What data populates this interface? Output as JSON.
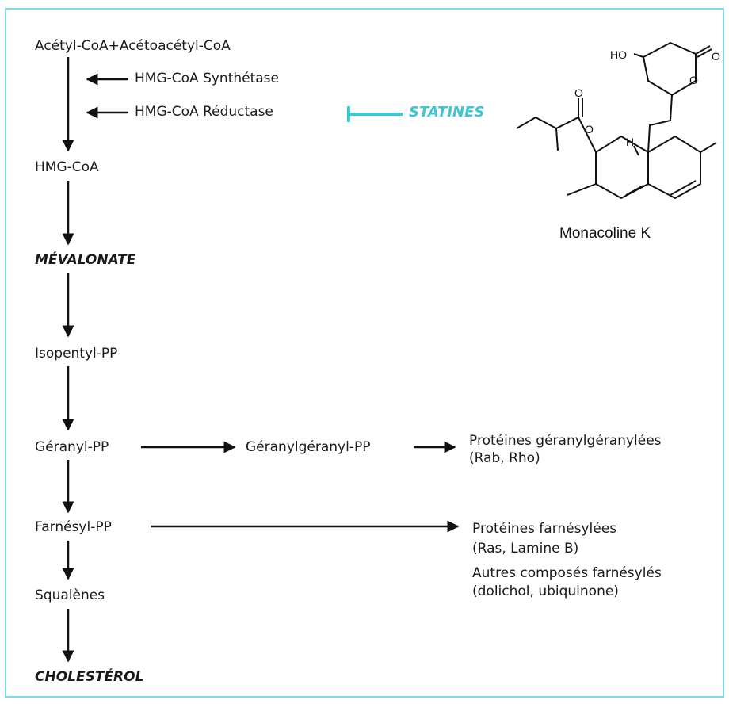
{
  "pathway": {
    "start": "Acétyl-CoA+Acétoacétyl-CoA",
    "enzyme1": "HMG-CoA Synthétase",
    "enzyme2": "HMG-CoA Réductase",
    "inhibitor": "STATINES",
    "hmg_coa": "HMG-CoA",
    "mevalonate": "MÉVALONATE",
    "isopentyl": "Isopentyl-PP",
    "geranyl": "Géranyl-PP",
    "geranylgeranyl": "Géranylgéranyl-PP",
    "prot_gg": "Protéines géranylgéranylées",
    "prot_gg_examples": "(Rab, Rho)",
    "farnesyl": "Farnésyl-PP",
    "prot_f": "Protéines farnésylées",
    "prot_f_examples": "(Ras, Lamine B)",
    "other_f": "Autres composés farnésylés",
    "other_f_examples": "(dolichol, ubiquinone)",
    "squalenes": "Squalènes",
    "cholesterol": "CHOLESTÉROL"
  },
  "molecule": {
    "name": "Monacoline K",
    "atom_ho": "HO",
    "atom_o": "O",
    "atom_h": "H"
  },
  "colors": {
    "frame": "#7fd9e6",
    "inhibitor": "#3cc6d6"
  }
}
